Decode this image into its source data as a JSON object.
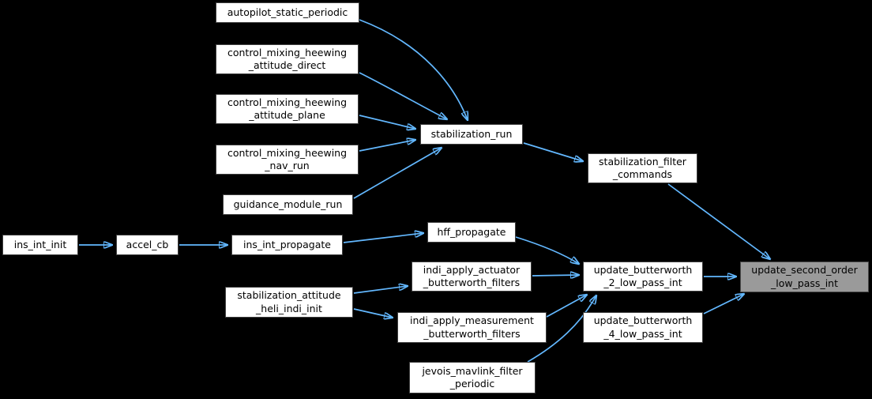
{
  "graph": {
    "type": "call-graph",
    "highlighted_node": "update_second_order_low_pass_int",
    "colors": {
      "background": "#000000",
      "edge": "#63b8ff",
      "node_fill": "#ffffff",
      "node_border": "#3f3f3f",
      "highlight_fill": "#9a9a9a",
      "text": "#000000"
    },
    "nodes": [
      {
        "id": "autopilot_static_periodic",
        "label": "autopilot_static_periodic",
        "highlighted": false
      },
      {
        "id": "control_mixing_heewing_attitude_direct",
        "label": "control_mixing_heewing\n_attitude_direct",
        "highlighted": false
      },
      {
        "id": "control_mixing_heewing_attitude_plane",
        "label": "control_mixing_heewing\n_attitude_plane",
        "highlighted": false
      },
      {
        "id": "control_mixing_heewing_nav_run",
        "label": "control_mixing_heewing\n_nav_run",
        "highlighted": false
      },
      {
        "id": "guidance_module_run",
        "label": "guidance_module_run",
        "highlighted": false
      },
      {
        "id": "stabilization_run",
        "label": "stabilization_run",
        "highlighted": false
      },
      {
        "id": "stabilization_filter_commands",
        "label": "stabilization_filter\n_commands",
        "highlighted": false
      },
      {
        "id": "ins_int_init",
        "label": "ins_int_init",
        "highlighted": false
      },
      {
        "id": "accel_cb",
        "label": "accel_cb",
        "highlighted": false
      },
      {
        "id": "ins_int_propagate",
        "label": "ins_int_propagate",
        "highlighted": false
      },
      {
        "id": "hff_propagate",
        "label": "hff_propagate",
        "highlighted": false
      },
      {
        "id": "stabilization_attitude_heli_indi_init",
        "label": "stabilization_attitude\n_heli_indi_init",
        "highlighted": false
      },
      {
        "id": "indi_apply_actuator_butterworth_filters",
        "label": "indi_apply_actuator\n_butterworth_filters",
        "highlighted": false
      },
      {
        "id": "indi_apply_measurement_butterworth_filters",
        "label": "indi_apply_measurement\n_butterworth_filters",
        "highlighted": false
      },
      {
        "id": "jevois_mavlink_filter_periodic",
        "label": "jevois_mavlink_filter\n_periodic",
        "highlighted": false
      },
      {
        "id": "update_butterworth_2_low_pass_int",
        "label": "update_butterworth\n_2_low_pass_int",
        "highlighted": false
      },
      {
        "id": "update_butterworth_4_low_pass_int",
        "label": "update_butterworth\n_4_low_pass_int",
        "highlighted": false
      },
      {
        "id": "update_second_order_low_pass_int",
        "label": "update_second_order\n_low_pass_int",
        "highlighted": true
      }
    ],
    "edges": [
      {
        "from": "autopilot_static_periodic",
        "to": "stabilization_run"
      },
      {
        "from": "control_mixing_heewing_attitude_direct",
        "to": "stabilization_run"
      },
      {
        "from": "control_mixing_heewing_attitude_plane",
        "to": "stabilization_run"
      },
      {
        "from": "control_mixing_heewing_nav_run",
        "to": "stabilization_run"
      },
      {
        "from": "guidance_module_run",
        "to": "stabilization_run"
      },
      {
        "from": "stabilization_run",
        "to": "stabilization_filter_commands"
      },
      {
        "from": "stabilization_filter_commands",
        "to": "update_second_order_low_pass_int"
      },
      {
        "from": "ins_int_init",
        "to": "accel_cb"
      },
      {
        "from": "accel_cb",
        "to": "ins_int_propagate"
      },
      {
        "from": "ins_int_propagate",
        "to": "hff_propagate"
      },
      {
        "from": "hff_propagate",
        "to": "update_butterworth_2_low_pass_int"
      },
      {
        "from": "indi_apply_actuator_butterworth_filters",
        "to": "update_butterworth_2_low_pass_int"
      },
      {
        "from": "stabilization_attitude_heli_indi_init",
        "to": "indi_apply_actuator_butterworth_filters"
      },
      {
        "from": "stabilization_attitude_heli_indi_init",
        "to": "indi_apply_measurement_butterworth_filters"
      },
      {
        "from": "indi_apply_measurement_butterworth_filters",
        "to": "update_butterworth_2_low_pass_int"
      },
      {
        "from": "jevois_mavlink_filter_periodic",
        "to": "update_butterworth_2_low_pass_int"
      },
      {
        "from": "update_butterworth_2_low_pass_int",
        "to": "update_second_order_low_pass_int"
      },
      {
        "from": "update_butterworth_4_low_pass_int",
        "to": "update_second_order_low_pass_int"
      }
    ]
  }
}
